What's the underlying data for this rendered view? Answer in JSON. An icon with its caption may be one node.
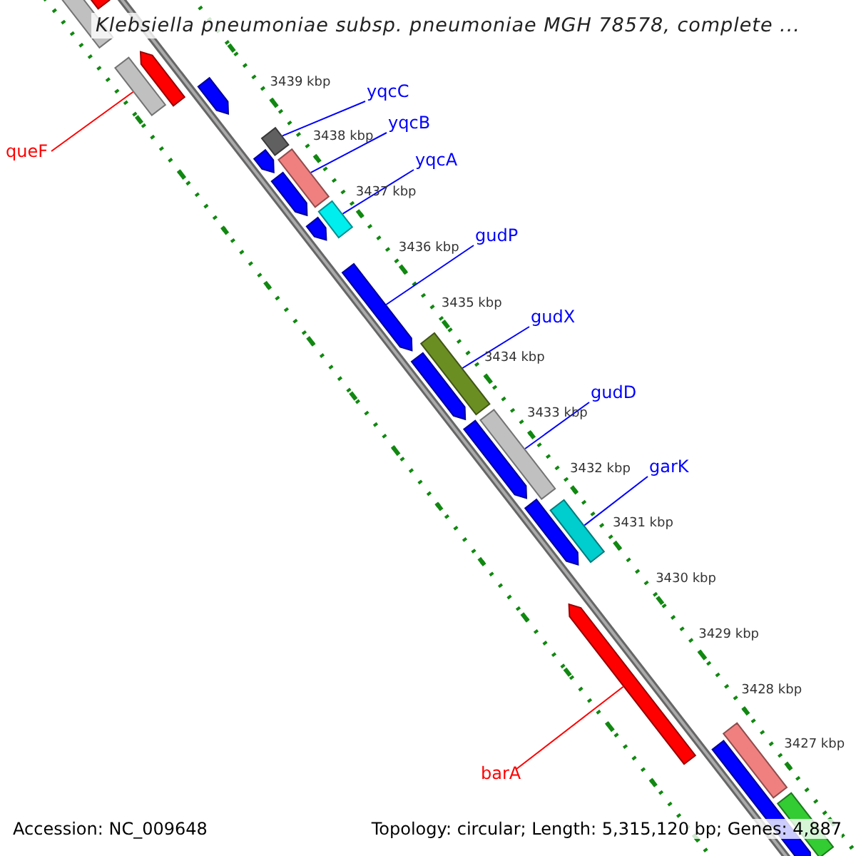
{
  "diagram": {
    "title": "Klebsiella pneumoniae subsp. pneumoniae MGH 78578, complete ...",
    "nodes": [
      {
        "text": [
          "queF"
        ]
      },
      {
        "text": [],
        "shape": "bar"
      },
      {
        "text": [
          "yqcC"
        ]
      },
      {
        "text": [],
        "shape": "bar"
      },
      {
        "text": [
          "yqcB"
        ]
      },
      {
        "text": [],
        "shape": "bar"
      },
      {
        "text": [
          "yqcA"
        ]
      },
      {
        "text": [],
        "shape": "bar"
      },
      {
        "text": [
          "gudP"
        ]
      },
      {
        "text": [],
        "shape": "bar"
      },
      {
        "text": [
          "gudX"
        ]
      },
      {
        "text": [],
        "shape": "bar"
      },
      {
        "text": [
          "gudD"
        ]
      },
      {
        "text": [],
        "shape": "bar"
      },
      {
        "text": [
          "garK"
        ]
      },
      {
        "text": [],
        "shape": "bar"
      },
      {
        "text": [
          "barA"
        ]
      },
      {
        "text": [],
        "shape": "bar"
      },
      {
        "text": [],
        "shape": "bar"
      },
      {
        "text": [],
        "shape": "bar"
      },
      {
        "text": [],
        "shape": "bar"
      },
      {
        "text": [],
        "shape": "bar"
      },
      {
        "text": [],
        "shape": "bar"
      },
      {
        "text": [],
        "shape": "bar"
      },
      {
        "text": [],
        "shape": "bar"
      },
      {
        "text": [],
        "shape": "bar"
      },
      {
        "text": [],
        "shape": "bar"
      },
      {
        "text": [],
        "shape": "bar"
      },
      {
        "text": [],
        "shape": "bar"
      },
      {
        "text": [],
        "shape": "bar"
      },
      {
        "text": [],
        "shape": "bar"
      }
    ],
    "edges": [
      {
        "from": 0,
        "to": 1,
        "arrow": "none",
        "color": "#ff0000"
      },
      {
        "from": 2,
        "to": 3,
        "arrow": "none"
      },
      {
        "from": 4,
        "to": 5,
        "arrow": "none"
      },
      {
        "from": 6,
        "to": 7,
        "arrow": "none"
      },
      {
        "from": 8,
        "to": 9,
        "arrow": "none"
      },
      {
        "from": 10,
        "to": 11,
        "arrow": "none"
      },
      {
        "from": 12,
        "to": 13,
        "arrow": "none"
      },
      {
        "from": 14,
        "to": 15,
        "arrow": "none"
      },
      {
        "from": 16,
        "to": 17,
        "arrow": "none",
        "color": "#ff0000"
      }
    ],
    "labels": [
      "3439 kbp",
      "3438 kbp",
      "3437 kbp",
      "3436 kbp",
      "3435 kbp",
      "3434 kbp",
      "3433 kbp",
      "3432 kbp",
      "3431 kbp",
      "3430 kbp",
      "3429 kbp",
      "3428 kbp",
      "3427 kbp",
      "Accession: NC_009648",
      "Topology: circular; Length: 5,315,120 bp; Genes: 4,887"
    ]
  }
}
